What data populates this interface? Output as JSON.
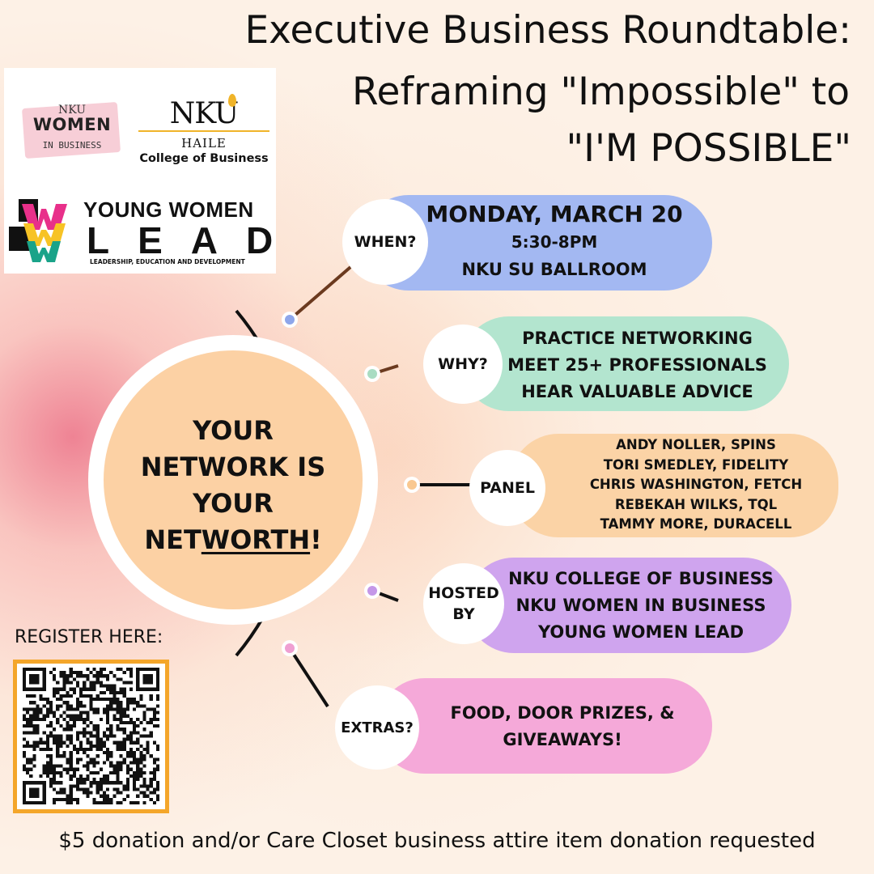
{
  "title": {
    "line1": "Executive Business Roundtable:",
    "line2": "Reframing \"Impossible\" to",
    "line3": "\"I'M POSSIBLE\""
  },
  "logos": {
    "women_in_business": {
      "nku": "NKU",
      "women": "WOMEN",
      "in_business": "IN BUSINESS"
    },
    "haile": {
      "nku": "NKU",
      "haile": "HAILE",
      "college": "College of Business"
    },
    "young_women_lead": {
      "young_women": "YOUNG WOMEN",
      "lead": "LEAD",
      "subtitle": "LEADERSHIP, EDUCATION AND DEVELOPMENT"
    }
  },
  "center": {
    "line1": "YOUR",
    "line2": "NETWORK IS",
    "line3": "YOUR",
    "line4_prefix": "NET",
    "line4_emphasis": "WORTH",
    "line4_suffix": "!"
  },
  "sections": {
    "when": {
      "label": "WHEN?",
      "lines": [
        "MONDAY, MARCH 20",
        "5:30-8PM",
        "NKU SU BALLROOM"
      ]
    },
    "why": {
      "label": "WHY?",
      "lines": [
        "PRACTICE NETWORKING",
        "MEET 25+ PROFESSIONALS",
        "HEAR VALUABLE ADVICE"
      ]
    },
    "panel": {
      "label": "PANEL",
      "lines": [
        "ANDY NOLLER, SPINS",
        "TORI SMEDLEY, FIDELITY",
        "CHRIS WASHINGTON, FETCH",
        "REBEKAH WILKS, TQL",
        "TAMMY MORE, DURACELL"
      ]
    },
    "hosted": {
      "label_line1": "HOSTED",
      "label_line2": "BY",
      "lines": [
        "NKU COLLEGE OF BUSINESS",
        "NKU WOMEN IN BUSINESS",
        "YOUNG WOMEN LEAD"
      ]
    },
    "extras": {
      "label": "EXTRAS?",
      "lines": [
        "FOOD, DOOR PRIZES, &",
        "GIVEAWAYS!"
      ]
    }
  },
  "colors": {
    "when": "#a3b8f2",
    "why": "#b3e5cf",
    "panel": "#fbd3a6",
    "hosted": "#cfa4ee",
    "extras": "#f5a9d9",
    "qr_frame": "#f4a62a"
  },
  "register": {
    "label": "REGISTER HERE:"
  },
  "qr_icon": "qr-code",
  "footer": {
    "text": "$5 donation and/or Care Closet business attire item donation requested"
  }
}
